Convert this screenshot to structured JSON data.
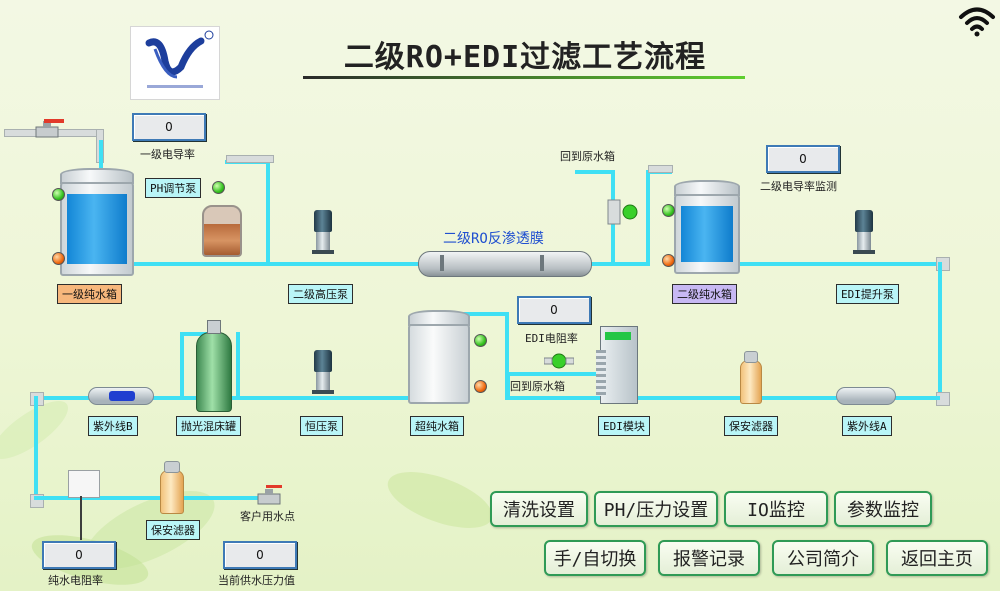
{
  "title": "二级RO+EDI过滤工艺流程",
  "labels": {
    "tank1": "一级纯水箱",
    "ph_pump": "PH调节泵",
    "hp_pump2": "二级高压泵",
    "ro2_membrane": "二级RO反渗透膜",
    "return1": "回到原水箱",
    "tank2": "二级纯水箱",
    "edi_lift_pump": "EDI提升泵",
    "edi_resistivity": "EDI电阻率",
    "return2": "回到原水箱",
    "uv_b": "紫外线B",
    "polish_tank": "抛光混床罐",
    "const_pump": "恒压泵",
    "ultra_tank": "超纯水箱",
    "edi_module": "EDI模块",
    "safety_filter1": "保安滤器",
    "uv_a": "紫外线A",
    "safety_filter2": "保安滤器",
    "user_point": "客户用水点",
    "cond1": "一级电导率",
    "cond2": "二级电导率监测",
    "pure_resistivity": "纯水电阻率",
    "supply_pressure": "当前供水压力值"
  },
  "values": {
    "cond1": "0",
    "cond2": "0",
    "edi_resistivity": "0",
    "pure_resistivity": "0",
    "supply_pressure": "0"
  },
  "buttons": {
    "clean": "清洗设置",
    "ph_pressure": "PH/压力设置",
    "io": "IO监控",
    "params": "参数监控",
    "manual_auto": "手/自切换",
    "alarm": "报警记录",
    "company": "公司简介",
    "home": "返回主页"
  },
  "colors": {
    "pipe": "#3fe0f4",
    "label_cyan": "#b9f5f7",
    "label_orange": "#f7b77c",
    "label_purple": "#c7b8f3",
    "button_border": "#2f9a56"
  },
  "icons": {
    "wifi": "wifi-icon",
    "logo": "brand-logo"
  }
}
